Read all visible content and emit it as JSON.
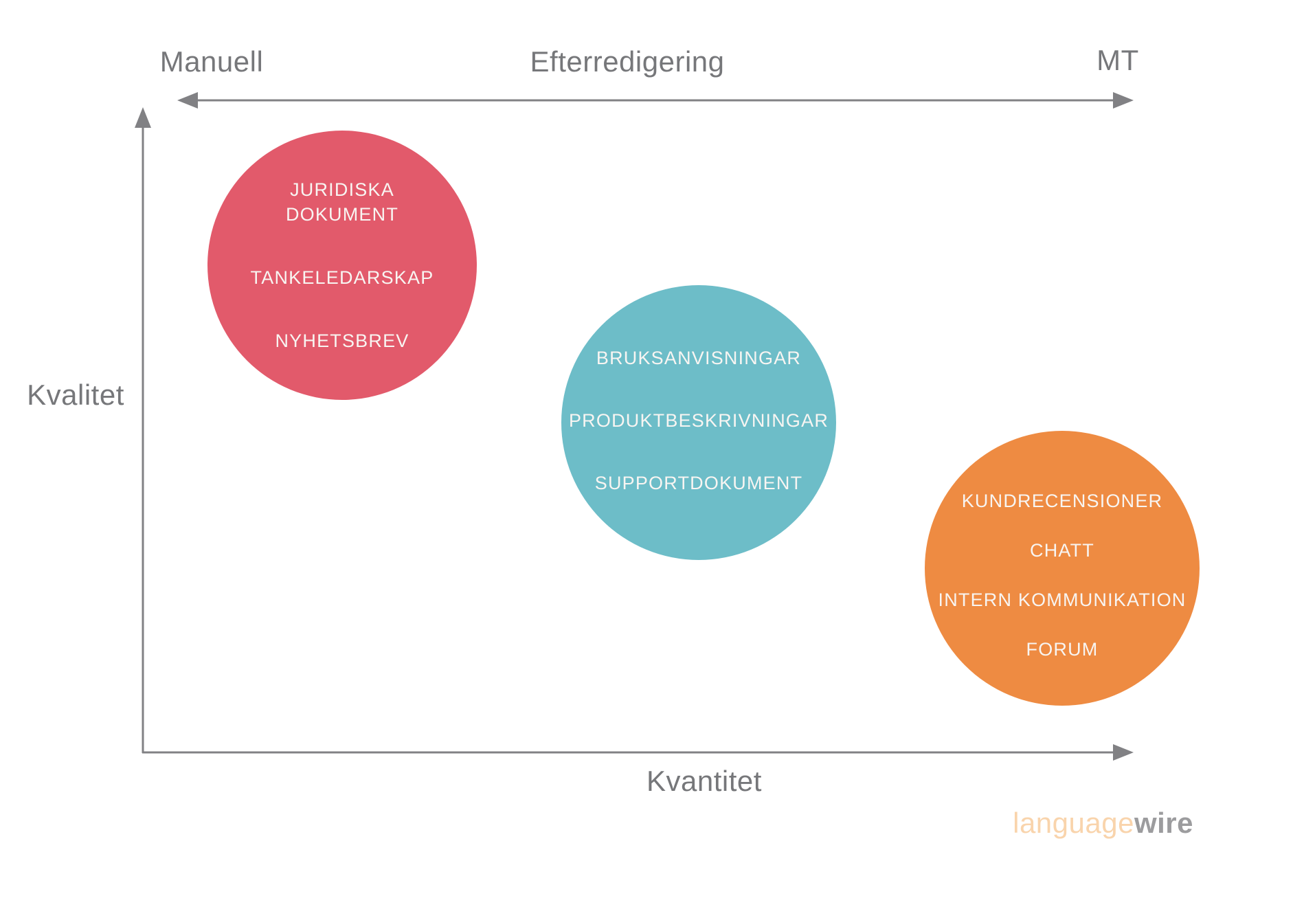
{
  "top_axis": {
    "left_label": "Manuell",
    "center_label": "Efterredigering",
    "right_label": "MT"
  },
  "y_axis": {
    "label": "Kvalitet"
  },
  "x_axis": {
    "label": "Kvantitet"
  },
  "bubbles": [
    {
      "name": "manual-content",
      "color": "#E25A6B",
      "labels": [
        "JURIDISKA\nDOKUMENT",
        "TANKELEDARSKAP",
        "NYHETSBREV"
      ]
    },
    {
      "name": "post-editing-content",
      "color": "#6DBDC8",
      "labels": [
        "BRUKSANVISNINGAR",
        "PRODUKTBESKRIVNINGAR",
        "SUPPORTDOKUMENT"
      ]
    },
    {
      "name": "mt-content",
      "color": "#EE8B42",
      "labels": [
        "KUNDRECENSIONER",
        "CHATT",
        "INTERN KOMMUNIKATION",
        "FORUM"
      ]
    }
  ],
  "logo": {
    "part1": "language",
    "part2": "wire",
    "part1_color": "#F9D4AC",
    "part2_color": "#9C9C9E"
  },
  "colors": {
    "axis": "#818184",
    "label_text": "#76777A",
    "bubble_text": "#F8F5F2"
  }
}
